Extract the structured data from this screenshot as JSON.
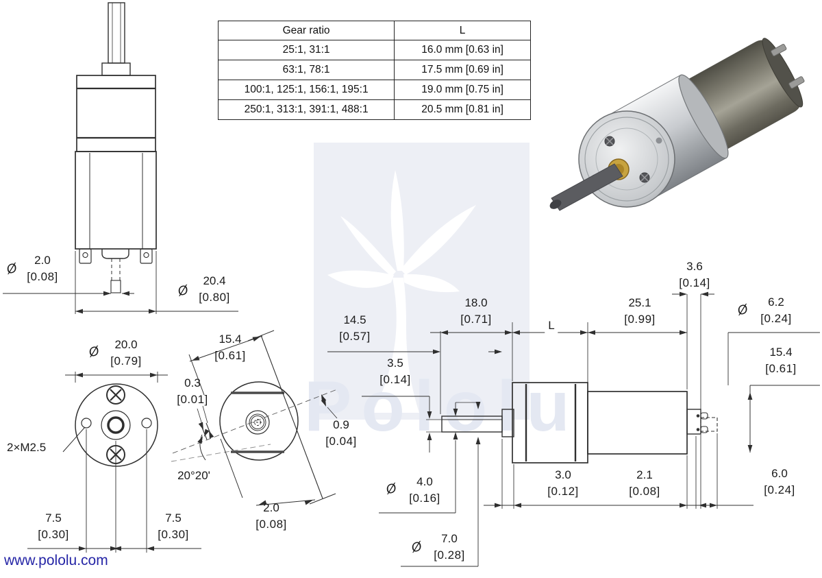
{
  "page": {
    "footer_link": "www.pololu.com"
  },
  "sym": {
    "dia": "Ø"
  },
  "watermark": {
    "text": "Pololu"
  },
  "table": {
    "headers": [
      "Gear ratio",
      "L"
    ],
    "rows": [
      [
        "25:1, 31:1",
        "16.0 mm [0.63 in]"
      ],
      [
        "63:1, 78:1",
        "17.5 mm [0.69 in]"
      ],
      [
        "100:1, 125:1, 156:1, 195:1",
        "19.0 mm [0.75 in]"
      ],
      [
        "250:1, 313:1, 391:1, 488:1",
        "20.5 mm [0.81 in]"
      ]
    ]
  },
  "dims": {
    "fv_shaft": {
      "mm": "2.0",
      "in": "[0.08]"
    },
    "fv_body": {
      "mm": "20.4",
      "in": "[0.80]"
    },
    "face_outer": {
      "mm": "20.0",
      "in": "[0.79]"
    },
    "face_screws": {
      "label": "2×M2.5"
    },
    "face_left": {
      "mm": "7.5",
      "in": "[0.30]"
    },
    "face_right": {
      "mm": "7.5",
      "in": "[0.30]"
    },
    "end_width": {
      "mm": "15.4",
      "in": "[0.61]"
    },
    "end_flat": {
      "mm": "0.3",
      "in": "[0.01]"
    },
    "end_angle": {
      "label": "20°20'"
    },
    "end_tip": {
      "mm": "2.0",
      "in": "[0.08]"
    },
    "side_shaft_len": {
      "mm": "14.5",
      "in": "[0.57]"
    },
    "side_flat_offset": {
      "mm": "3.5",
      "in": "[0.14]"
    },
    "side_flat_depth": {
      "mm": "0.9",
      "in": "[0.04]"
    },
    "side_front_len": {
      "mm": "18.0",
      "in": "[0.71]"
    },
    "side_gearbox_len": {
      "label": "L"
    },
    "side_motor_len": {
      "mm": "25.1",
      "in": "[0.99]"
    },
    "side_terminal_len": {
      "mm": "3.6",
      "in": "[0.14]"
    },
    "side_rear_boss_dia": {
      "mm": "6.2",
      "in": "[0.24]"
    },
    "side_motor_dia": {
      "mm": "15.4",
      "in": "[0.61]"
    },
    "side_shaft_dia": {
      "mm": "4.0",
      "in": "[0.16]"
    },
    "side_bushing_len": {
      "mm": "3.0",
      "in": "[0.12]"
    },
    "side_cap_len": {
      "mm": "2.1",
      "in": "[0.08]"
    },
    "side_rear_shaft_len": {
      "mm": "6.0",
      "in": "[0.24]"
    },
    "side_bushing_dia": {
      "mm": "7.0",
      "in": "[0.28]"
    }
  }
}
